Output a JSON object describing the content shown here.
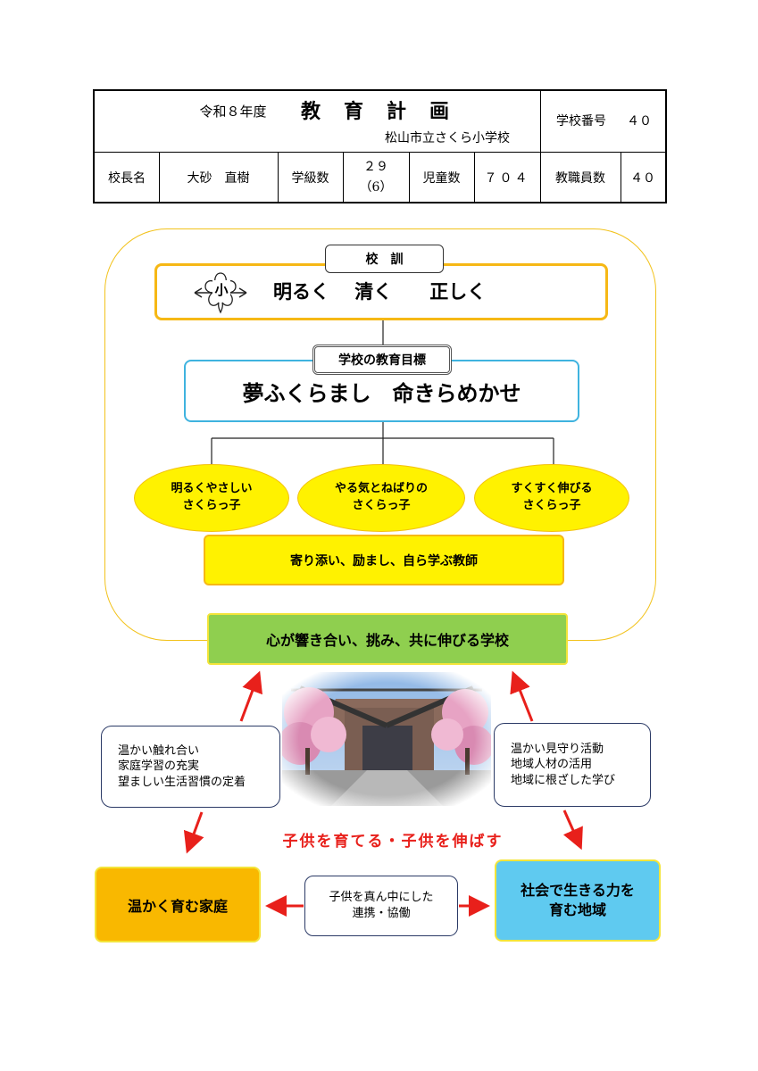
{
  "header": {
    "year": "令和８年度",
    "title": "教　育　計　画",
    "school_name": "松山市立さくら小学校",
    "school_number_label": "学校番号",
    "school_number": "４０",
    "principal_label": "校長名",
    "principal_name": "大砂　直樹",
    "classes_label": "学級数",
    "classes_value": "２９",
    "classes_sub": "（6）",
    "students_label": "児童数",
    "students_value": "７０４",
    "staff_label": "教職員数",
    "staff_value": "４０"
  },
  "motto": {
    "label": "校　訓",
    "text": "明るく　 清く　　正しく",
    "emblem_char": "小"
  },
  "goal": {
    "label": "学校の教育目標",
    "text": "夢ふくらまし　命きらめかせ"
  },
  "child_ideals": [
    {
      "line1": "明るくやさしい",
      "line2": "さくらっ子"
    },
    {
      "line1": "やる気とねばりの",
      "line2": "さくらっ子"
    },
    {
      "line1": "すくすく伸びる",
      "line2": "さくらっ子"
    }
  ],
  "teacher_ideal": "寄り添い、励まし、自ら学ぶ教師",
  "school_ideal": "心が響き合い、挑み、共に伸びる学校",
  "home_notes": [
    "温かい触れ合い",
    "家庭学習の充実",
    "望ましい生活習慣の定着"
  ],
  "community_notes": [
    "温かい見守り活動",
    "地域人材の活用",
    "地域に根ざした学び"
  ],
  "slogan": "子供を育てる・子供を伸ばす",
  "home_box": "温かく育む家庭",
  "community_box": {
    "line1": "社会で生きる力を",
    "line2": "育む地域"
  },
  "center_box": {
    "line1": "子供を真ん中にした",
    "line2": "連携・協働"
  },
  "colors": {
    "arrow": "#e8201b",
    "frame": "#f2c21b",
    "goal_border": "#3fb3df",
    "yellow": "#fff200",
    "green": "#8fcf4f",
    "orange": "#f9b800",
    "blue": "#5fcaf0"
  }
}
